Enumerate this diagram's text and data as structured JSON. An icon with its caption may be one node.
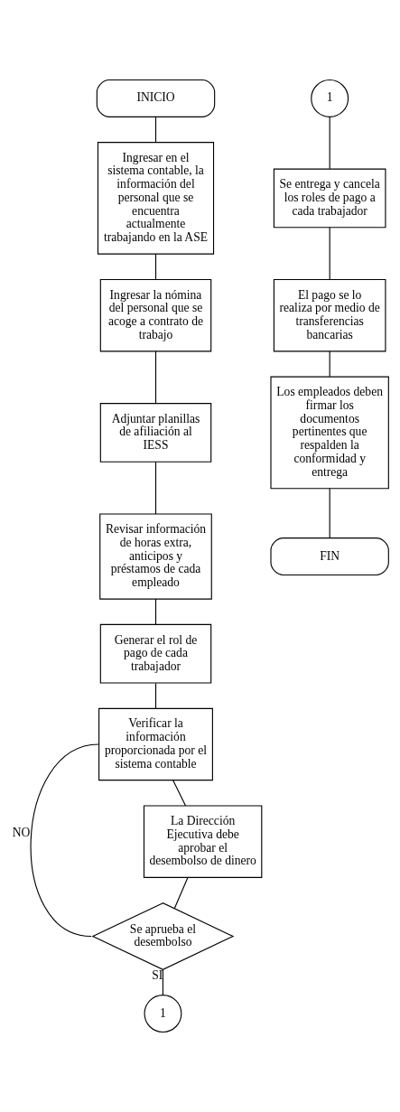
{
  "diagram": {
    "nodes": [
      {
        "text": [
          "INICIO"
        ]
      },
      {
        "text": [
          "Ingresar en el sistema contable, la información del personal que se encuentra actualmente trabajando en la ASE"
        ]
      },
      {
        "text": [
          "Ingresar la nómina del personal que se acoge a contrato de trabajo"
        ]
      },
      {
        "text": [
          "Adjuntar planillas de afiliación al IESS"
        ]
      },
      {
        "text": [
          "Revisar información de horas extra, anticipos y préstamos de cada empleado"
        ]
      },
      {
        "text": [
          "Generar el rol de pago de cada trabajador"
        ]
      },
      {
        "text": [
          "Verificar la información proporcionada por el sistema contable"
        ]
      },
      {
        "text": [
          "La Dirección Ejecutiva debe aprobar el desembolso de dinero"
        ]
      },
      {
        "text": [
          "Se aprueba el desembolso"
        ]
      },
      {
        "text": [
          "1"
        ]
      },
      {
        "text": [
          "1"
        ]
      },
      {
        "text": [
          "Se entrega y cancela los roles de pago a cada trabajador"
        ]
      },
      {
        "text": [
          "El pago se lo realiza por medio de transferencias bancarias"
        ]
      },
      {
        "text": [
          "Los empleados deben firmar los documentos pertinentes que respalden la conformidad y entrega"
        ]
      },
      {
        "text": [
          "FIN"
        ]
      }
    ],
    "edges": [
      {
        "from": 0,
        "to": 1,
        "arrow": "none"
      },
      {
        "from": 1,
        "to": 2,
        "arrow": "none"
      },
      {
        "from": 2,
        "to": 3,
        "arrow": "none"
      },
      {
        "from": 3,
        "to": 4,
        "arrow": "none"
      },
      {
        "from": 4,
        "to": 5,
        "arrow": "none"
      },
      {
        "from": 5,
        "to": 6,
        "arrow": "none"
      },
      {
        "from": 6,
        "to": 7,
        "arrow": "none"
      },
      {
        "from": 7,
        "to": 8,
        "arrow": "none"
      },
      {
        "from": 8,
        "to": 6,
        "arrow": "none",
        "label": "NO"
      },
      {
        "from": 8,
        "to": 9,
        "arrow": "none",
        "label": "SI"
      },
      {
        "from": 10,
        "to": 11,
        "arrow": "none"
      },
      {
        "from": 11,
        "to": 12,
        "arrow": "none"
      },
      {
        "from": 12,
        "to": 13,
        "arrow": "none"
      },
      {
        "from": 13,
        "to": 14,
        "arrow": "none"
      }
    ]
  }
}
